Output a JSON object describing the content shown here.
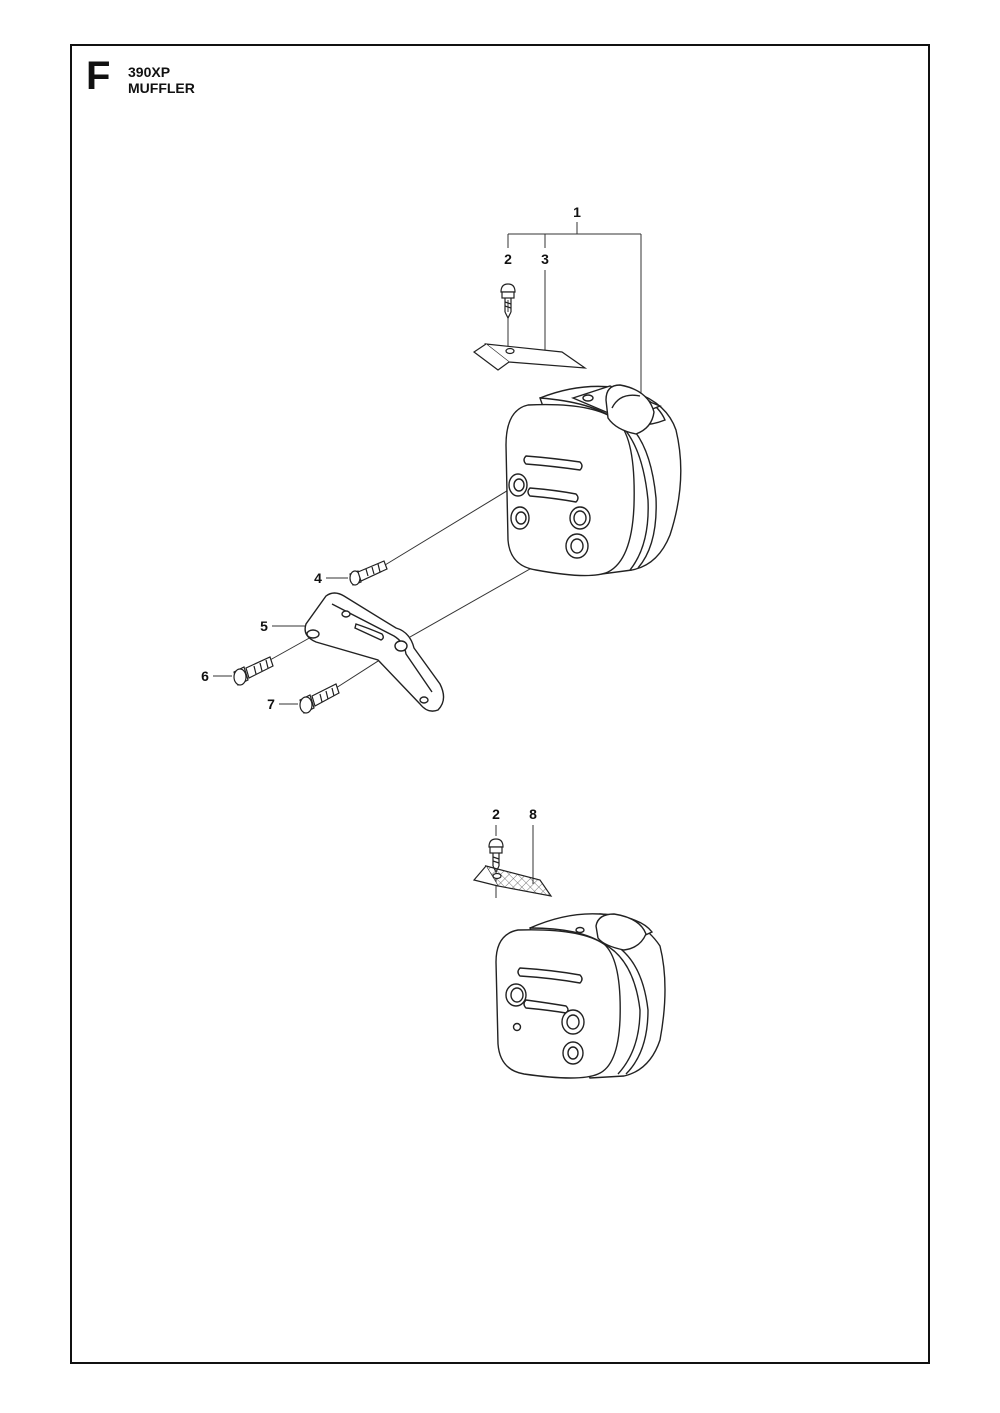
{
  "header": {
    "section_letter": "F",
    "model": "390XP",
    "title": "MUFFLER"
  },
  "callouts": {
    "c1": "1",
    "c2_top": "2",
    "c3": "3",
    "c4": "4",
    "c5": "5",
    "c6": "6",
    "c7": "7",
    "c2_bottom": "2",
    "c8": "8"
  }
}
